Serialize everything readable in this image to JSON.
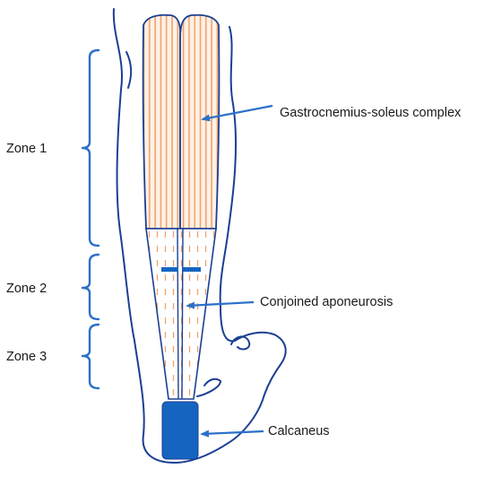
{
  "labels": {
    "zone1": "Zone 1",
    "zone2": "Zone 2",
    "zone3": "Zone 3",
    "gastrocnemius": "Gastrocnemius-soleus complex",
    "aponeurosis": "Conjoined aponeurosis",
    "calcaneus": "Calcaneus"
  },
  "colors": {
    "outline": "#1c3f94",
    "accent": "#2b70c9",
    "muscle_stripe": "#f2a46e",
    "muscle_fill": "#fdf1e6",
    "bone": "#1565c0",
    "text": "#1a1a1a"
  }
}
